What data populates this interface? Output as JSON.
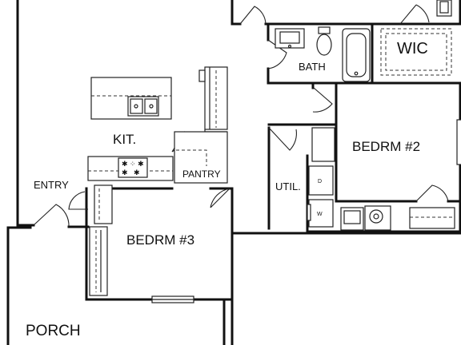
{
  "rooms": {
    "wic": "WIC",
    "bath": "BATH",
    "kit": "KIT.",
    "bedrm2": "BEDRM #2",
    "pantry": "PANTRY",
    "util": "UTIL.",
    "entry": "ENTRY",
    "bedrm3": "BEDRM #3",
    "porch": "PORCH"
  }
}
